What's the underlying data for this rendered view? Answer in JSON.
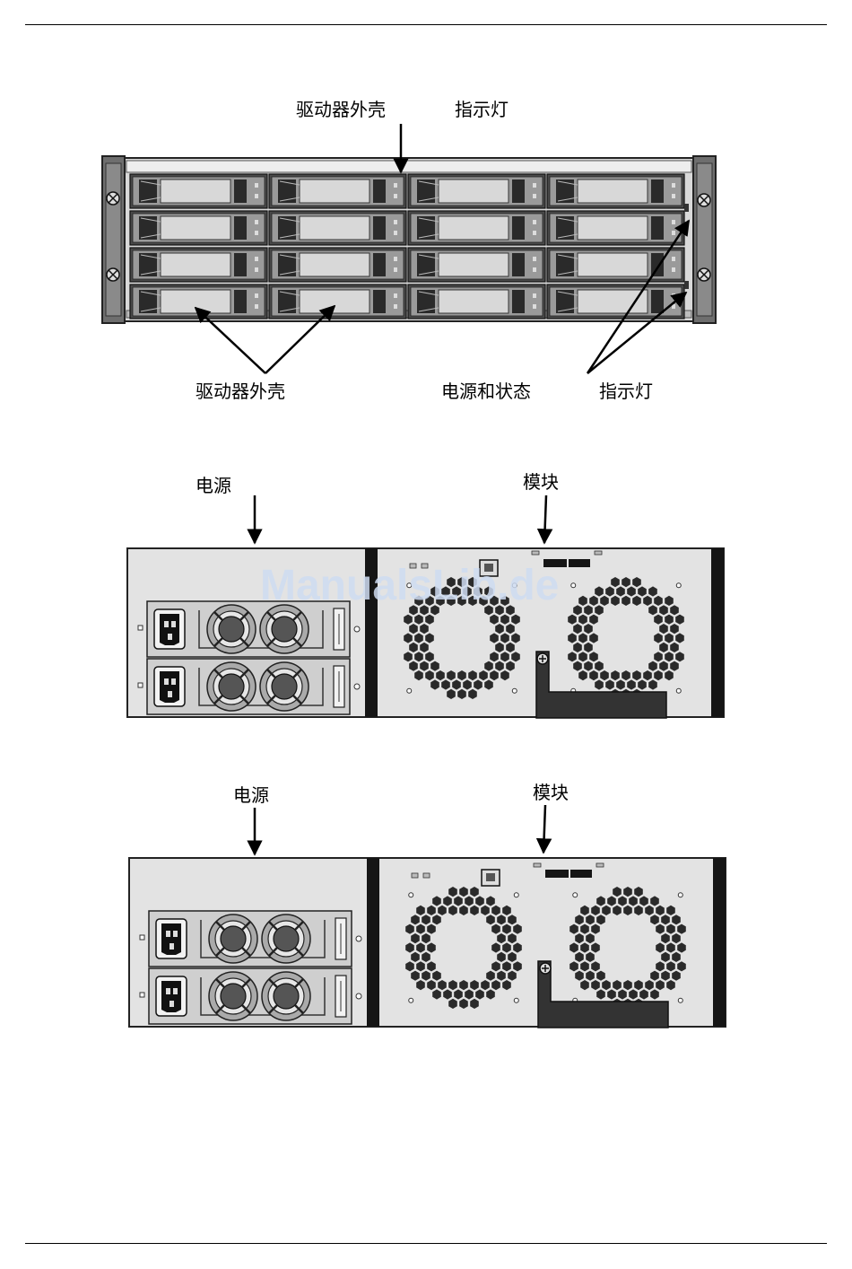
{
  "front_panel": {
    "top_labels": {
      "drive_enclosure": "驱动器外壳",
      "indicator": "指示灯"
    },
    "bottom_labels": {
      "drive_enclosure": "驱动器外壳",
      "power_status": "电源和状态",
      "indicator": "指示灯"
    },
    "bay_rows": 4,
    "bay_cols": 4
  },
  "rear_panels": [
    {
      "power_label": "电源",
      "module_label": "模块"
    },
    {
      "power_label": "电源",
      "module_label": "模块"
    }
  ],
  "watermark": "ManualsLib.de"
}
